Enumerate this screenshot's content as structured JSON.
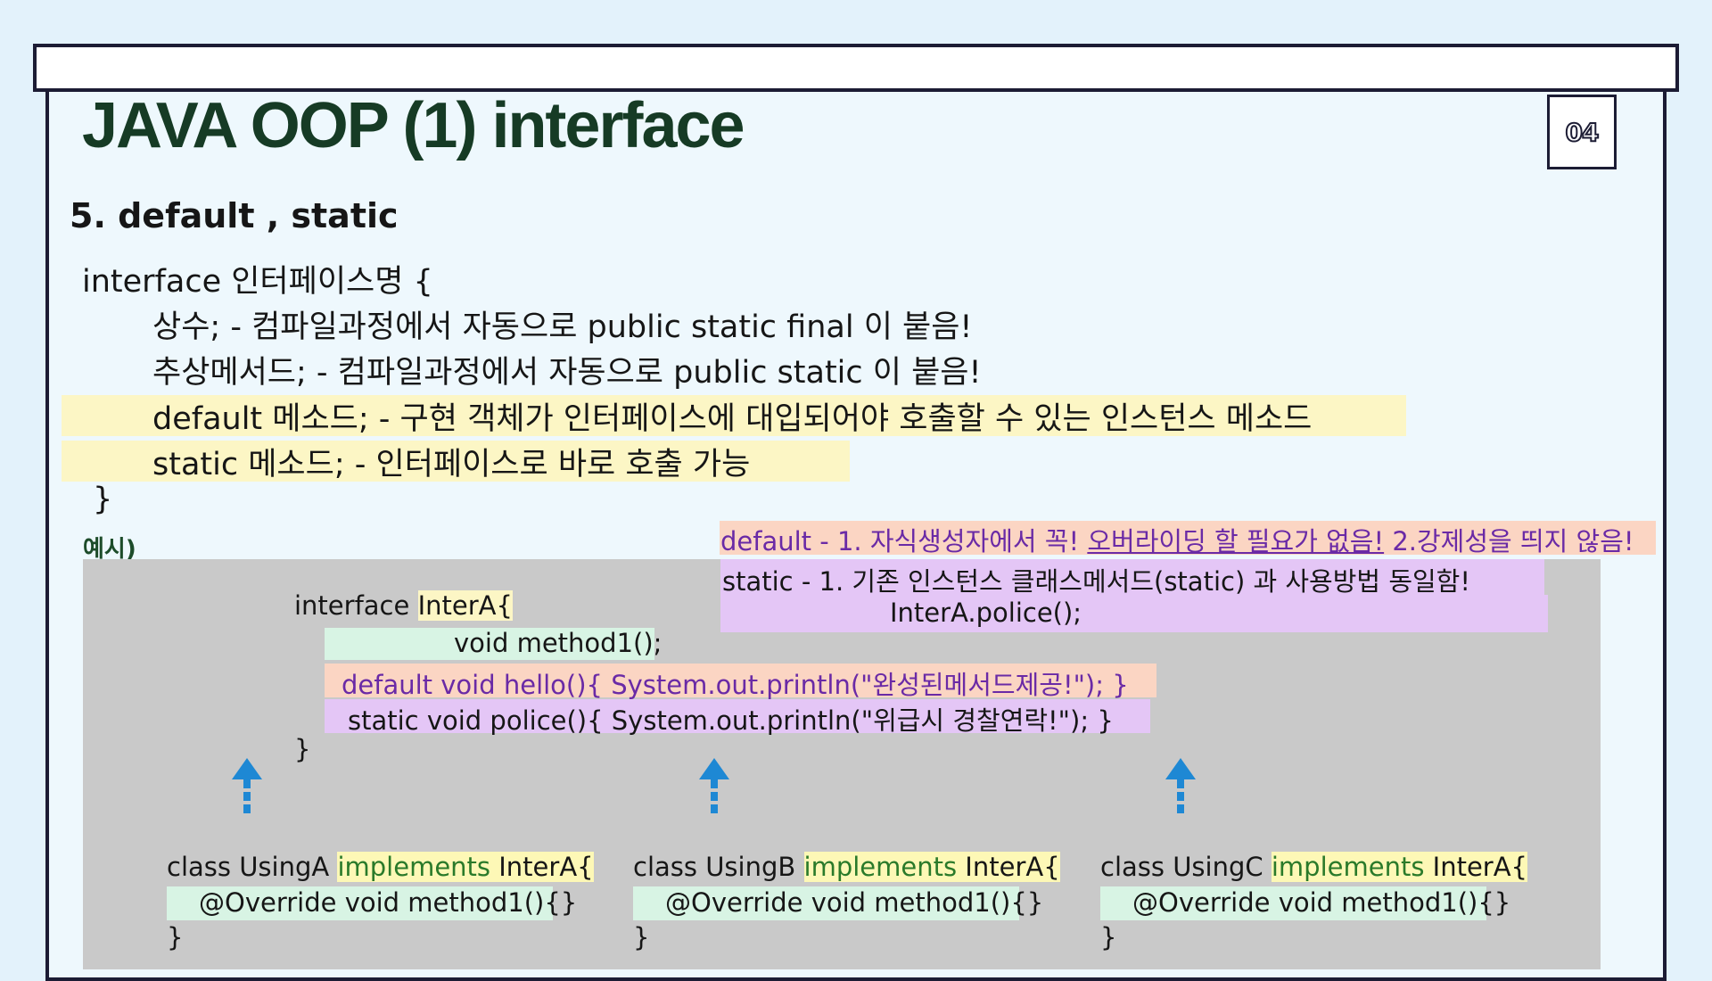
{
  "slide": {
    "title": "JAVA OOP (1)  interface",
    "page_number": "04",
    "section": "5. default , static"
  },
  "syntax": {
    "open": "interface 인터페이스명 {",
    "constant": "상수;    - 컴파일과정에서 자동으로 public static final 이 붙음!",
    "abstract": "추상메서드;  - 컴파일과정에서 자동으로 public static  이 붙음!",
    "default": "default  메소드; - 구현 객체가 인터페이스에 대입되어야 호출할 수 있는 인스턴스 메소드",
    "static": "static 메소드;     - 인터페이스로 바로 호출 가능",
    "close": "}"
  },
  "example": {
    "label": "예시)",
    "notes": {
      "default_prefix": "default - 1. 자식생성자에서 꼭! ",
      "default_underlined": "오버라이딩 할 필요가 없음!",
      "default_suffix": "  2.강제성을 띄지 않음!",
      "static_line1": "static   - 1. 기존 인스턴스 클래스메서드(static) 과 사용방법 동일함!",
      "static_line2": "InterA.police();"
    },
    "interface_code": {
      "keyword": "interface ",
      "name": "InterA{",
      "method1": "void  method1();",
      "hello": "default   void  hello(){  System.out.println(\"완성된메서드제공!\"); }",
      "police": "static    void  police(){ System.out.println(\"위급시 경찰연락!\");  }",
      "close": "}"
    },
    "classes": [
      {
        "decl": "class UsingA ",
        "impl": "implements",
        "iface": " InterA{",
        "body": "@Override  void method1(){}",
        "close": "}"
      },
      {
        "decl": "class UsingB ",
        "impl": "implements",
        "iface": " InterA{",
        "body": "@Override  void method1(){}",
        "close": "}"
      },
      {
        "decl": "class UsingC ",
        "impl": "implements",
        "iface": " InterA{",
        "body": "@Override  void method1(){}",
        "close": "}"
      }
    ],
    "arrow_color": "#1e88d4"
  }
}
